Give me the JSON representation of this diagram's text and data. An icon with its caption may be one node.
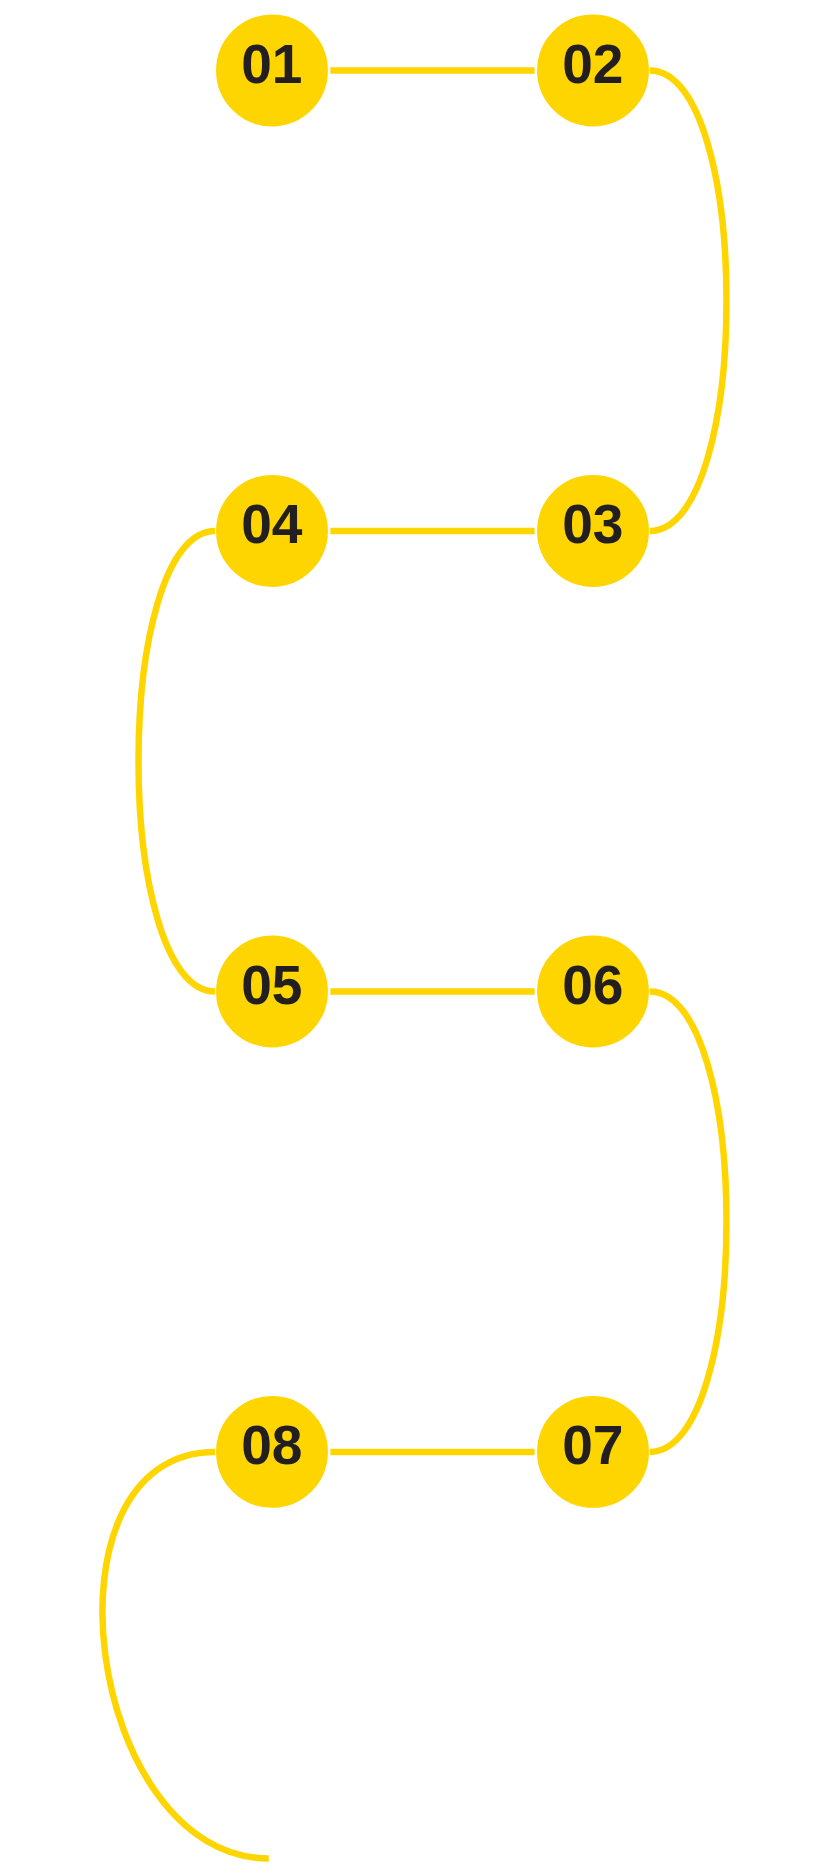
{
  "diagram": {
    "nodes": [
      {
        "text": [
          "01"
        ]
      },
      {
        "text": [
          "02"
        ]
      },
      {
        "text": [
          "03"
        ]
      },
      {
        "text": [
          "04"
        ]
      },
      {
        "text": [
          "05"
        ]
      },
      {
        "text": [
          "06"
        ]
      },
      {
        "text": [
          "07"
        ]
      },
      {
        "text": [
          "08"
        ]
      }
    ],
    "edges": [
      {
        "from": 0,
        "to": 1,
        "arrow": "none"
      },
      {
        "from": 1,
        "to": 2,
        "arrow": "none"
      },
      {
        "from": 2,
        "to": 3,
        "arrow": "none"
      },
      {
        "from": 3,
        "to": 4,
        "arrow": "none"
      },
      {
        "from": 4,
        "to": 5,
        "arrow": "none"
      },
      {
        "from": 5,
        "to": 6,
        "arrow": "none"
      },
      {
        "from": 6,
        "to": 7,
        "arrow": "none"
      },
      {
        "from": 7,
        "to": null,
        "arrow": "none"
      }
    ]
  }
}
